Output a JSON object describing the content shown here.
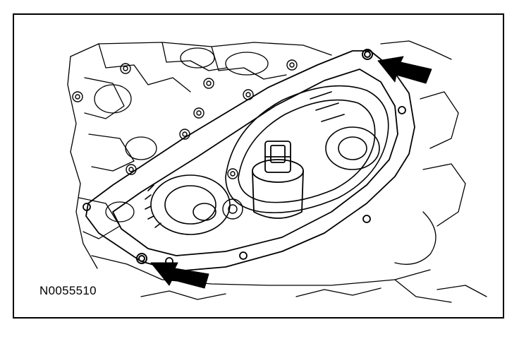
{
  "figure": {
    "id_label": "N0055510",
    "line_color": "#000000",
    "background": "#ffffff"
  },
  "callouts": [
    {
      "icon": "arrow-icon",
      "points_to": "upper-right-dowel"
    },
    {
      "icon": "arrow-icon",
      "points_to": "lower-left-dowel"
    }
  ]
}
